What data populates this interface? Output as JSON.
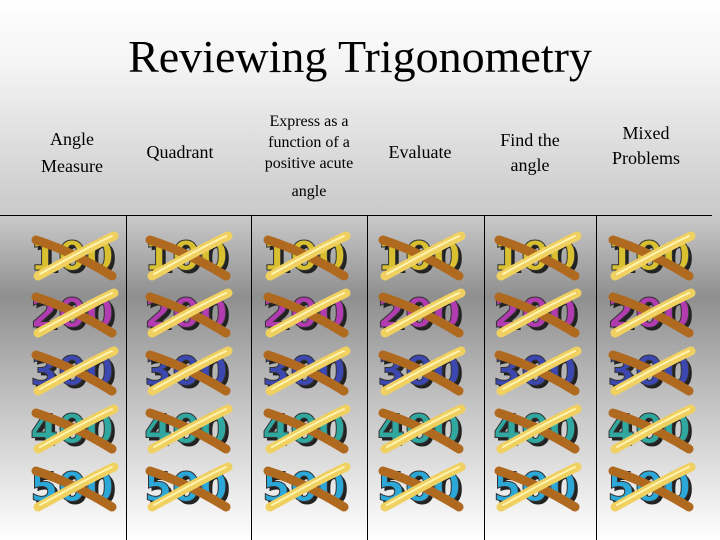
{
  "slide": {
    "title": "Reviewing Trigonometry"
  },
  "categories": [
    {
      "lines": [
        "Angle",
        "Measure"
      ]
    },
    {
      "lines": [
        "Quadrant"
      ]
    },
    {
      "lines": [
        "Express as a",
        "function of a",
        "positive acute",
        "angle"
      ]
    },
    {
      "lines": [
        "Evaluate"
      ]
    },
    {
      "lines": [
        "Find the",
        "angle"
      ]
    },
    {
      "lines": [
        "Mixed",
        "Problems"
      ]
    }
  ],
  "point_values": [
    "100",
    "200",
    "300",
    "400",
    "500"
  ],
  "point_colors": [
    "#d8c030",
    "#b03cb0",
    "#3c48b0",
    "#30a8a0",
    "#2ca8d8"
  ],
  "marker": {
    "icon": "crossed-out-value-icon",
    "band_a": "#f0d060",
    "band_b": "#b06a20"
  }
}
